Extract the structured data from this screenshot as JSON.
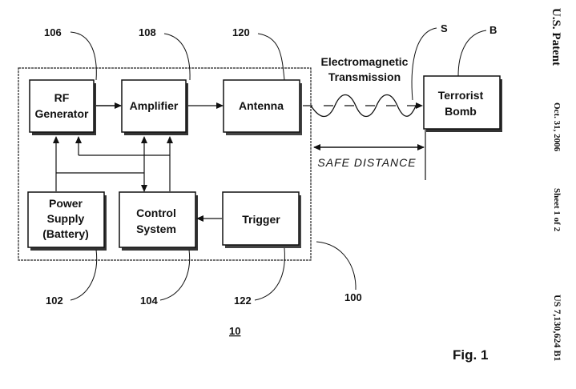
{
  "figure": {
    "title": "Fig. 1",
    "system_ref": "10",
    "enclosure_ref": "100"
  },
  "blocks": {
    "rf_generator": {
      "lines": [
        "RF",
        "Generator"
      ],
      "ref": "106"
    },
    "amplifier": {
      "lines": [
        "Amplifier"
      ],
      "ref": "108"
    },
    "antenna": {
      "lines": [
        "Antenna"
      ],
      "ref": "120"
    },
    "power_supply": {
      "lines": [
        "Power",
        "Supply",
        "(Battery)"
      ],
      "ref": "102"
    },
    "control_system": {
      "lines": [
        "Control",
        "System"
      ],
      "ref": "104"
    },
    "trigger": {
      "lines": [
        "Trigger"
      ],
      "ref": "122"
    },
    "bomb": {
      "lines": [
        "Terrorist",
        "Bomb"
      ],
      "ref": "B"
    }
  },
  "transmission": {
    "lines": [
      "Electromagnetic",
      "Transmission"
    ],
    "signal_ref": "S",
    "safe_distance": "SAFE DISTANCE"
  },
  "header": {
    "publisher": "U.S. Patent",
    "date": "Oct. 31, 2006",
    "sheet": "Sheet 1 of 2",
    "patent_number": "US 7,130,624 B1"
  }
}
